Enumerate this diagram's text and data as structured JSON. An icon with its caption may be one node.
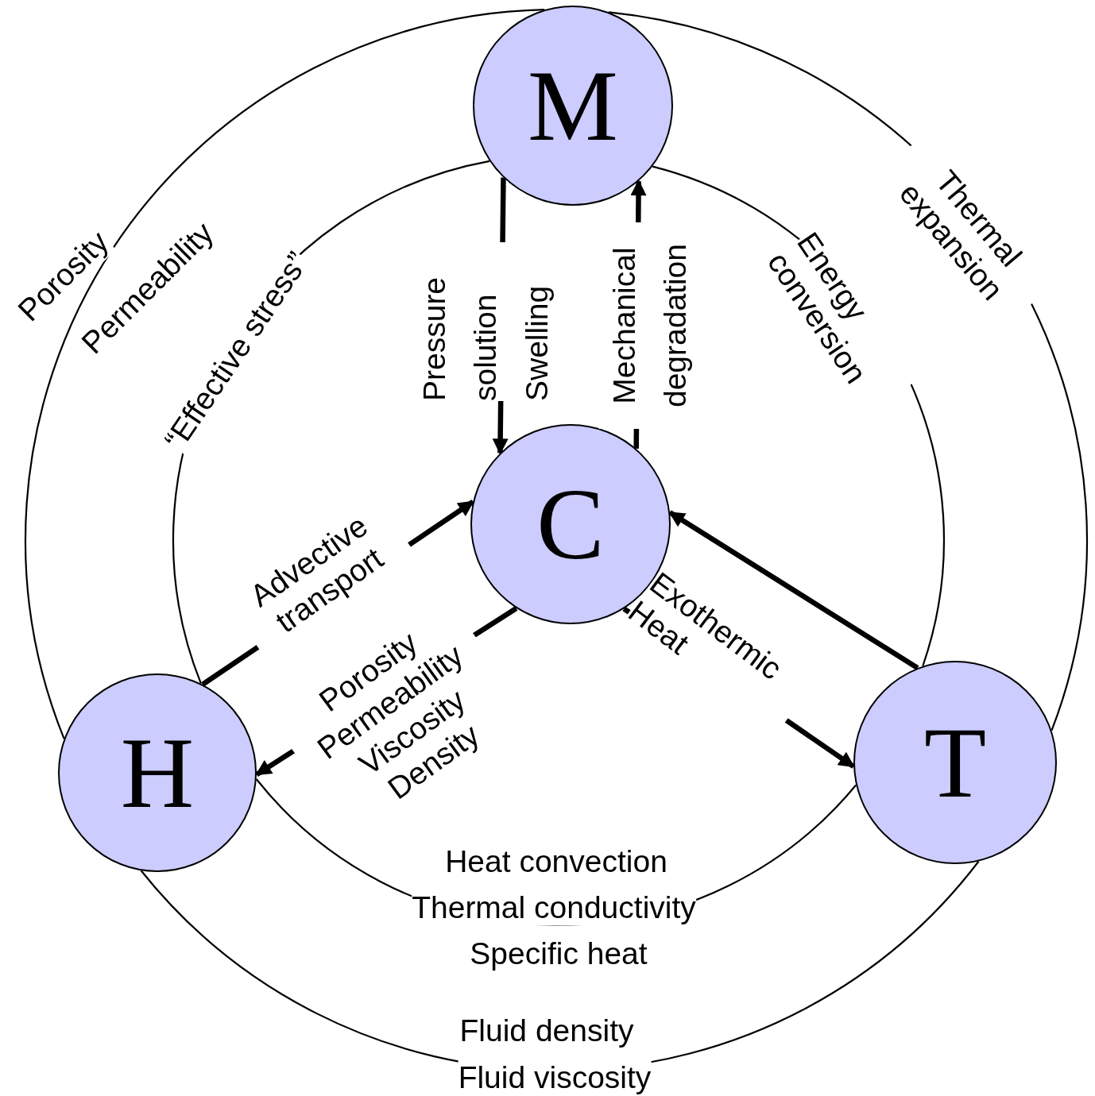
{
  "diagram": {
    "nodes": [
      {
        "text": [
          "M"
        ]
      },
      {
        "text": [
          "C"
        ]
      },
      {
        "text": [
          "H"
        ]
      },
      {
        "text": [
          "T"
        ]
      }
    ],
    "edges": [
      {
        "from": 2,
        "to": 1,
        "arrow": "to",
        "label": "Advective transport",
        "style": "thick"
      },
      {
        "from": 1,
        "to": 2,
        "arrow": "to",
        "label": "Porosity Permeability Viscosity Density",
        "style": "thick"
      },
      {
        "from": 0,
        "to": 1,
        "arrow": "to",
        "label": "Pressure solution Swelling",
        "style": "thick"
      },
      {
        "from": 1,
        "to": 0,
        "arrow": "to",
        "label": "Mechanical degradation",
        "style": "thick"
      },
      {
        "from": 3,
        "to": 1,
        "arrow": "to",
        "style": "thick"
      },
      {
        "from": 1,
        "to": 3,
        "arrow": "to",
        "label": "Exothermic Heat",
        "style": "thick"
      },
      {
        "from": 0,
        "to": 2,
        "arrow": "none"
      },
      {
        "from": 0,
        "to": 3,
        "arrow": "none"
      },
      {
        "from": 2,
        "to": 3,
        "arrow": "none"
      },
      {
        "from": 0,
        "to": 2,
        "arrow": "none"
      },
      {
        "from": 0,
        "to": 3,
        "arrow": "none"
      },
      {
        "from": 2,
        "to": 3,
        "arrow": "none"
      }
    ],
    "labels": [
      "Porosity",
      "Permeability",
      "“Effective stress”",
      "Thermal expansion",
      "Energy conversion",
      "Heat convection",
      "Thermal conductivity",
      "Specific heat",
      "Fluid density",
      "Fluid viscosity"
    ]
  }
}
